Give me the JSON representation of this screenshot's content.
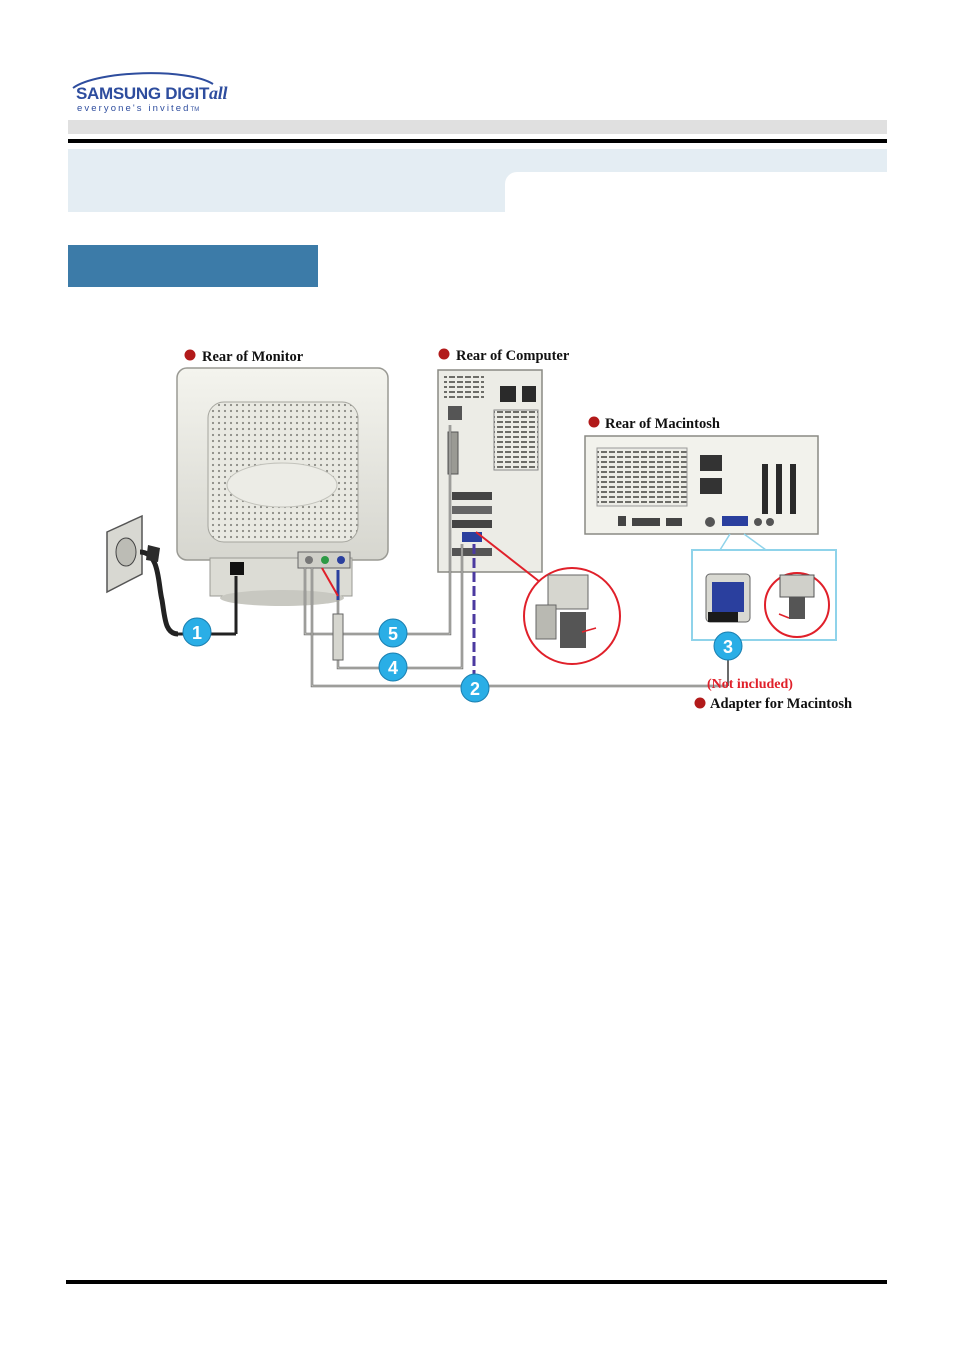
{
  "brand": {
    "logo_main": "SAMSUNG DIGIT",
    "logo_main_suffix": "all",
    "logo_tagline": "everyone's invited",
    "logo_tm": "TM"
  },
  "diagram": {
    "labels": {
      "rear_monitor": "Rear of Monitor",
      "rear_computer": "Rear of Computer",
      "rear_mac": "Rear of  Macintosh",
      "not_included": "(Not included)",
      "adapter_mac": "Adapter for Macintosh"
    },
    "callouts": [
      "1",
      "2",
      "3",
      "4",
      "5"
    ]
  },
  "colors": {
    "accent_blue": "#3c7ba8",
    "band_light": "#e4edf3",
    "callout_cyan": "#2aaee6",
    "bullet_red": "#b21a1a",
    "magnifier_red": "#e0202a"
  }
}
